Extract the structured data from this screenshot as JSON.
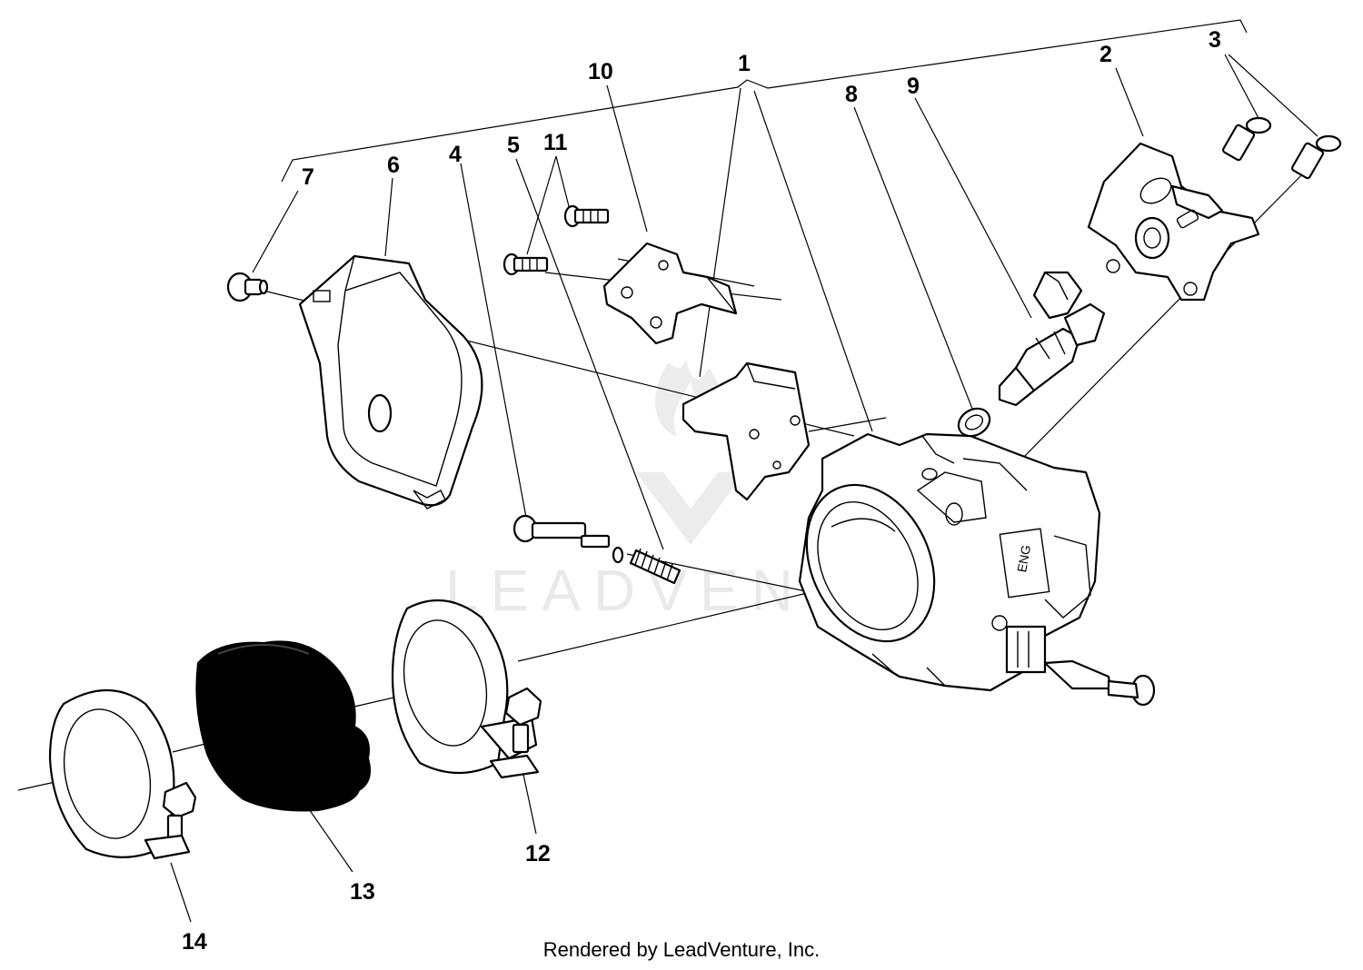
{
  "diagram": {
    "callouts": [
      "1",
      "2",
      "3",
      "4",
      "5",
      "6",
      "7",
      "8",
      "9",
      "10",
      "11",
      "12",
      "13",
      "14"
    ],
    "watermark": "LEADVENTURE",
    "footer": "Rendered by LeadVenture, Inc.",
    "colors": {
      "line": "#000000",
      "background": "#ffffff",
      "watermark": "#e9e9e9",
      "gasket": "#000000"
    }
  }
}
